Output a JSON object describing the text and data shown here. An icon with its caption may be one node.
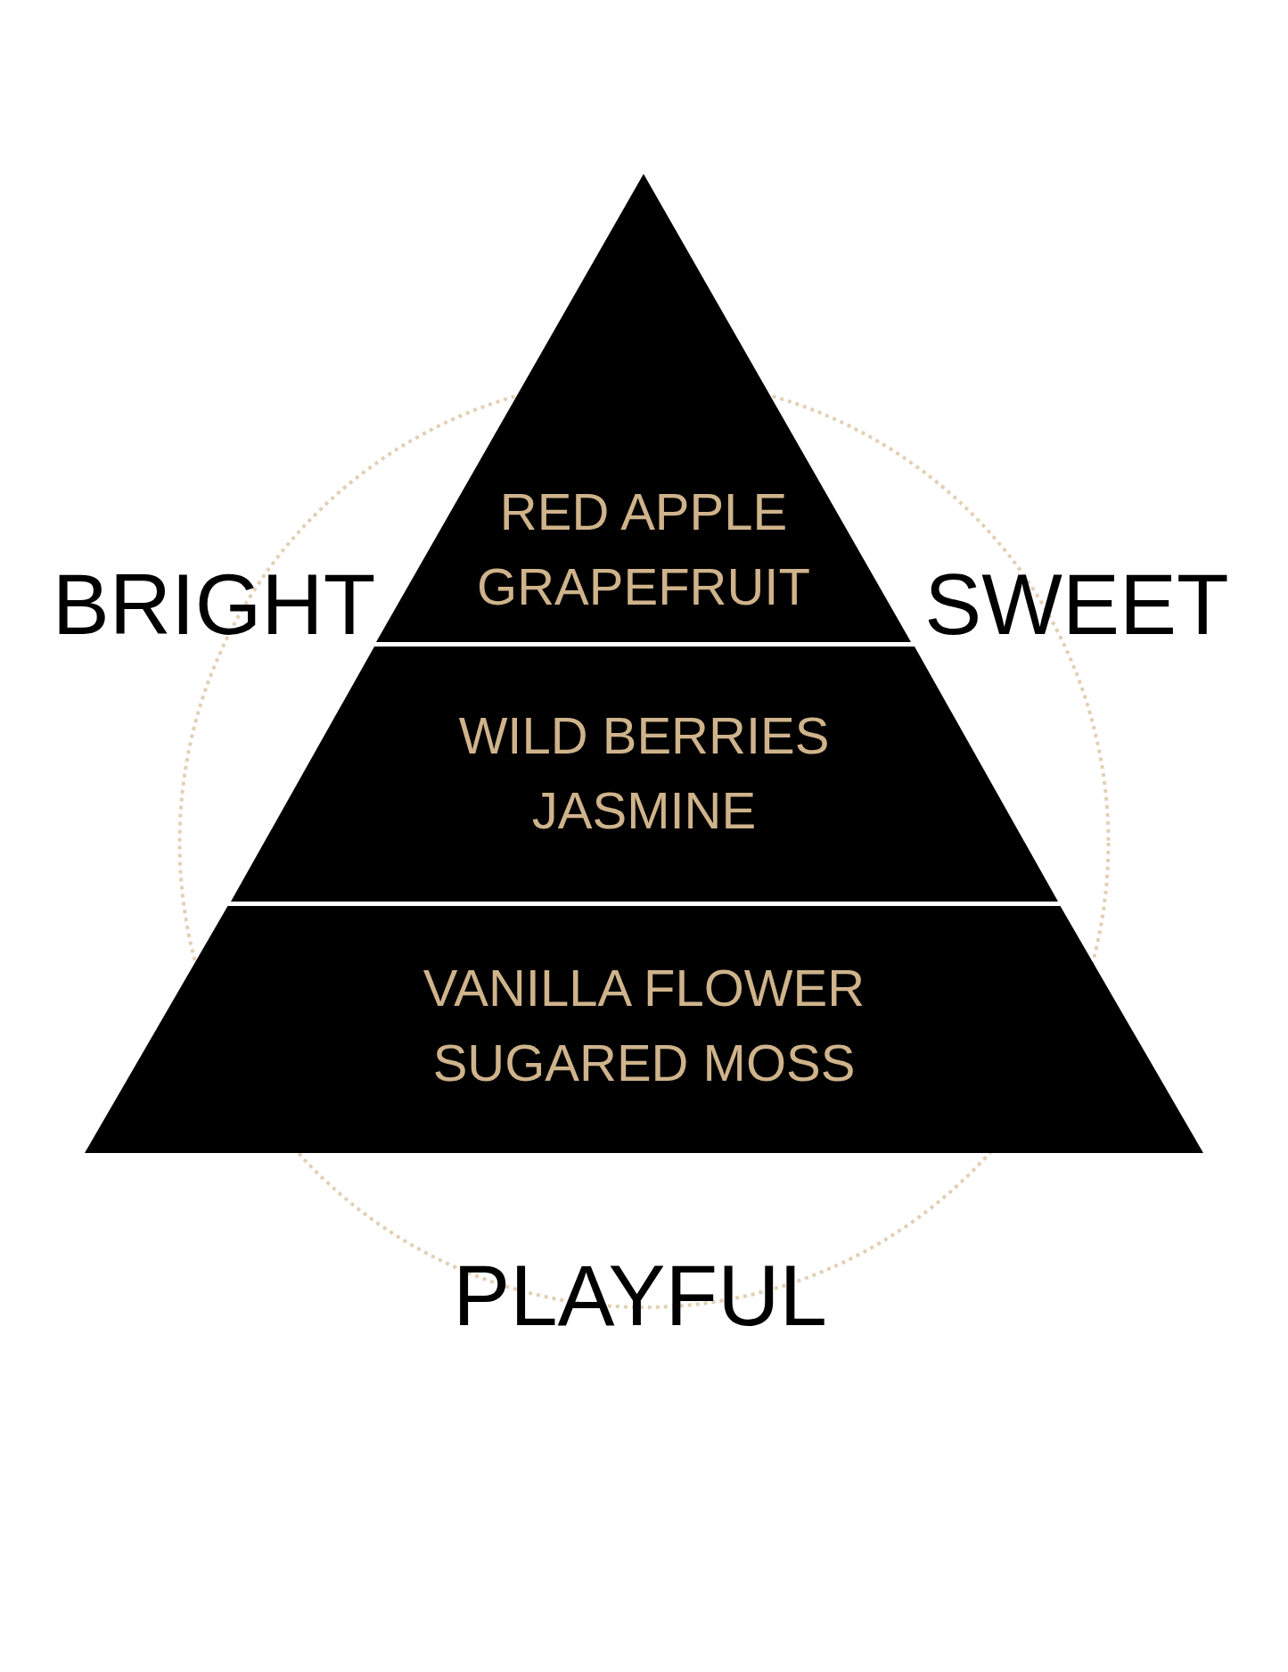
{
  "diagram": {
    "nodes": [
      {
        "text": [
          "RED APPLE",
          "GRAPEFRUIT"
        ]
      },
      {
        "text": [
          "WILD BERRIES",
          "JASMINE"
        ]
      },
      {
        "text": [
          "VANILLA FLOWER",
          "SUGARED MOSS"
        ]
      }
    ],
    "labels": [
      "BRIGHT",
      "SWEET",
      "PLAYFUL"
    ]
  }
}
